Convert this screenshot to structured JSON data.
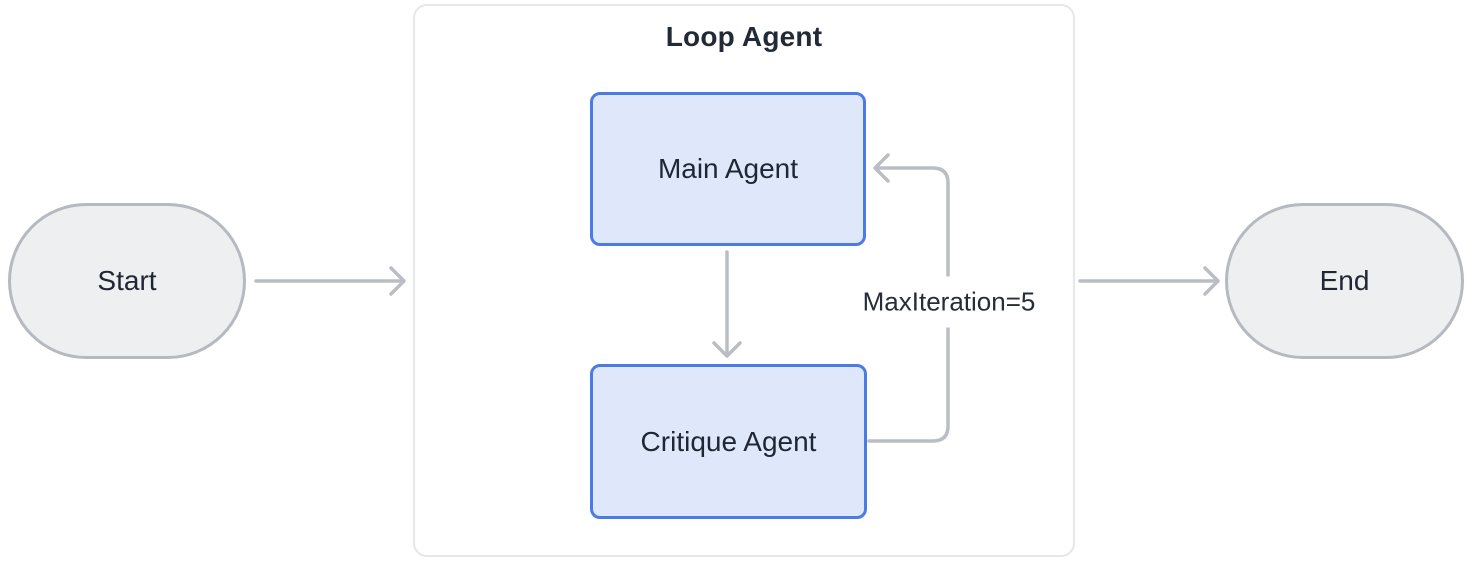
{
  "diagram": {
    "title": "Loop Agent",
    "nodes": {
      "start": {
        "label": "Start",
        "shape": "stadium"
      },
      "main_agent": {
        "label": "Main Agent",
        "shape": "rounded-rect"
      },
      "critique_agent": {
        "label": "Critique Agent",
        "shape": "rounded-rect"
      },
      "end": {
        "label": "End",
        "shape": "stadium"
      }
    },
    "loop_label": "MaxIteration=5",
    "edges": [
      {
        "from": "start",
        "to": "loop_agent"
      },
      {
        "from": "main_agent",
        "to": "critique_agent"
      },
      {
        "from": "critique_agent",
        "to": "main_agent",
        "label": "MaxIteration=5"
      },
      {
        "from": "loop_agent",
        "to": "end"
      }
    ],
    "colors": {
      "agent_fill": "#dfe8fb",
      "agent_border": "#4b7ce6",
      "terminal_fill": "#edeff1",
      "terminal_border": "#b6bac0",
      "arrow": "#babec4",
      "container_border": "#e5e7ea",
      "text": "#202633",
      "background": "#ffffff"
    }
  }
}
